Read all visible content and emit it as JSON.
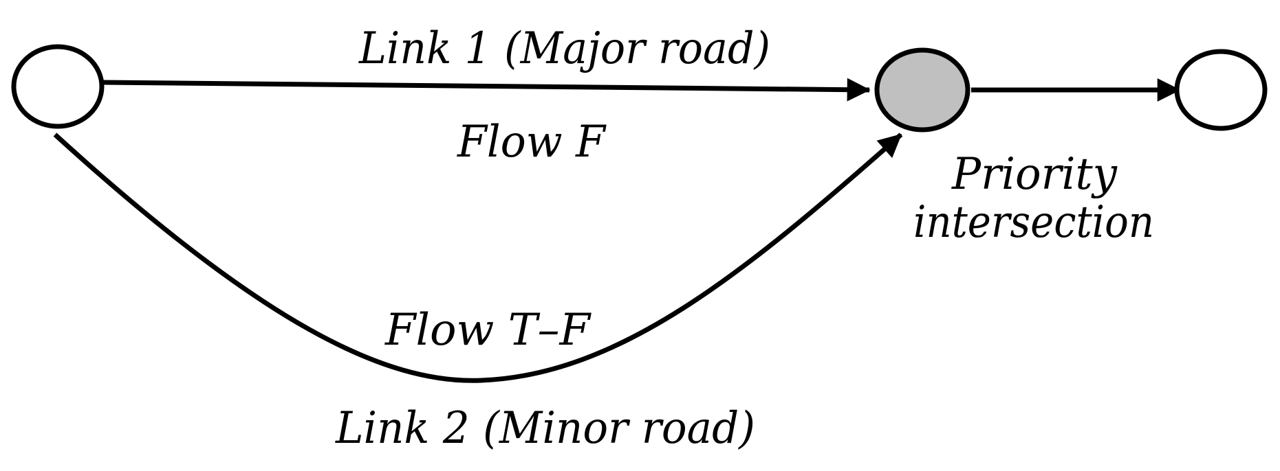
{
  "colors": {
    "stroke": "#000000",
    "node_fill": "#ffffff",
    "intersection_fill": "#c0c0c0",
    "background": "#ffffff"
  },
  "labels": {
    "link1": "Link 1 (Major road)",
    "flow_f": "Flow F",
    "flow_tf": "Flow T–F",
    "link2": "Link 2 (Minor road)",
    "priority_line1": "Priority",
    "priority_line2": "intersection"
  }
}
